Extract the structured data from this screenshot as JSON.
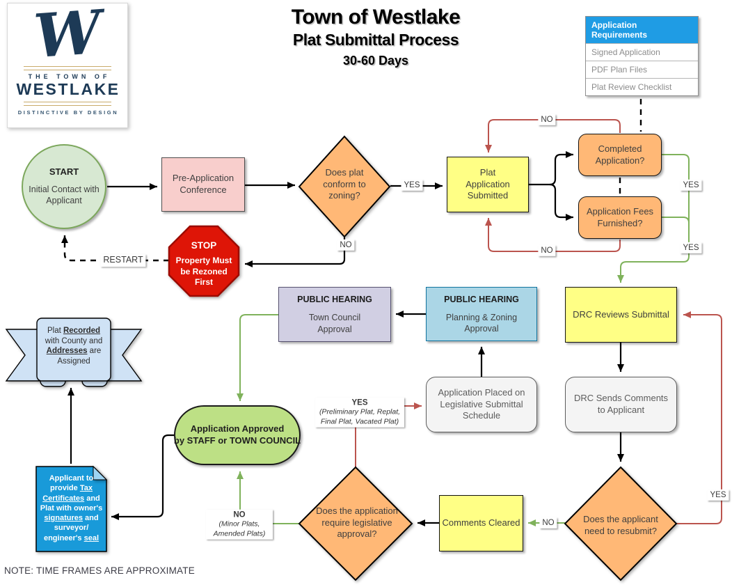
{
  "title": {
    "line1": "Town of Westlake",
    "line2": "Plat Submittal Process",
    "line3": "30-60 Days"
  },
  "logo": {
    "w": "W",
    "the_town_of": "THE TOWN OF",
    "name": "WESTLAKE",
    "tagline": "DISTINCTIVE BY DESIGN"
  },
  "requirements": {
    "header": "Application Requirements",
    "items": [
      "Signed Application",
      "PDF Plan Files",
      "Plat Review Checklist"
    ]
  },
  "nodes": {
    "start": {
      "title": "START",
      "subtitle": "Initial Contact with Applicant"
    },
    "pre_application": {
      "label": "Pre-Application Conference"
    },
    "zoning_decision": {
      "label": "Does plat conform to zoning?"
    },
    "plat_submitted": {
      "label": "Plat Application Submitted"
    },
    "completed_application": {
      "label": "Completed Application?"
    },
    "fees_furnished": {
      "label": "Application Fees Furnished?"
    },
    "stop": {
      "title": "STOP",
      "subtitle": "Property Must be Rezoned First"
    },
    "drc_reviews": {
      "label": "DRC Reviews Submittal"
    },
    "drc_comments": {
      "label": "DRC Sends Comments to Applicant"
    },
    "resubmit_decision": {
      "label": "Does the applicant need to resubmit?"
    },
    "comments_cleared": {
      "label": "Comments Cleared"
    },
    "legislative_decision": {
      "label": "Does the application require legislative approval?"
    },
    "schedule": {
      "label": "Application Placed on Legislative Submittal Schedule"
    },
    "hearing_pz": {
      "title": "PUBLIC HEARING",
      "subtitle": "Planning & Zoning Approval"
    },
    "hearing_council": {
      "title": "PUBLIC HEARING",
      "subtitle": "Town Council Approval"
    },
    "approved": {
      "line1": "Application Approved",
      "line2": "by STAFF or TOWN COUNCIL"
    },
    "recorded": {
      "parts": [
        "Plat ",
        "Recorded",
        " with County and ",
        "Addresses",
        " are Assigned"
      ]
    },
    "applicant_provide": {
      "parts": [
        "Applicant to provide ",
        "Tax Certificates",
        " and Plat with owner's ",
        "signatures",
        " and surveyor/ engineer's ",
        "seal"
      ]
    }
  },
  "labels": {
    "yes": "YES",
    "no": "NO",
    "restart": "RESTART",
    "yes_detail": "(Preliminary Plat, Replat, Final Plat, Vacated Plat)",
    "no_detail": "(Minor Plats, Amended Plats)"
  },
  "note": "NOTE: TIME FRAMES ARE APPROXIMATE",
  "colors": {
    "yes_path_green": "#7fb25b",
    "no_path_red": "#bb544e",
    "stop_red": "#de1507",
    "decision_orange": "#ffb876",
    "process_yellow": "#ffff85",
    "table_header_blue": "#1f9ce4",
    "document_blue": "#199ad9",
    "hearing_purple": "#d1cfe3",
    "hearing_blue": "#abd6e6",
    "approved_green": "#bde085",
    "start_green": "#d7e8d2",
    "banner_blue": "#cfe2f5",
    "logo_navy": "#1d3a56",
    "logo_gold": "#c9ab6b"
  }
}
